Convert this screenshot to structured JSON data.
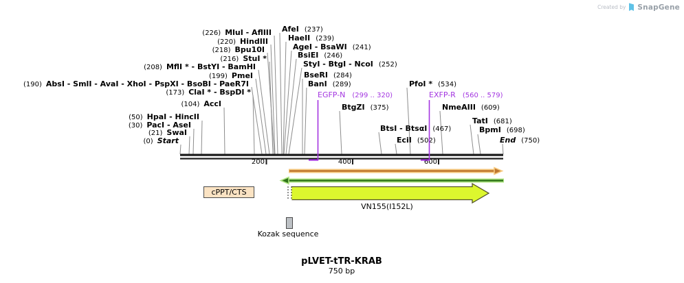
{
  "watermark": {
    "created_by": "Created by",
    "brand": "SnapGene"
  },
  "plasmid": {
    "name": "pLVET-tTR-KRAB",
    "length": "750 bp"
  },
  "scale": {
    "ticks": [
      {
        "label": "200"
      },
      {
        "label": "400"
      },
      {
        "label": "600"
      }
    ]
  },
  "sites_left": [
    {
      "pos": "(226)",
      "name": "MluI - AflIII"
    },
    {
      "pos": "(220)",
      "name": "HindIII"
    },
    {
      "pos": "(218)",
      "name": "Bpu10I"
    },
    {
      "pos": "(216)",
      "name": "StuI *"
    },
    {
      "pos": "(208)",
      "name": "MflI * - BstYI - BamHI"
    },
    {
      "pos": "(199)",
      "name": "PmeI"
    },
    {
      "pos": "(190)",
      "name": "AbsI - SmlI - AvaI - XhoI - PspXI - BsoBI - PaeR7I"
    },
    {
      "pos": "(173)",
      "name": "ClaI * - BspDI *"
    },
    {
      "pos": "(104)",
      "name": "AccI"
    },
    {
      "pos": "(50)",
      "name": "HpaI - HincII"
    },
    {
      "pos": "(30)",
      "name": "PacI - AseI"
    },
    {
      "pos": "(21)",
      "name": "SwaI"
    },
    {
      "pos": "(0)",
      "name": "Start"
    }
  ],
  "sites_right": [
    {
      "name": "AfeI",
      "pos": "(237)"
    },
    {
      "name": "HaeII",
      "pos": "(239)"
    },
    {
      "name": "AgeI - BsaWI",
      "pos": "(241)"
    },
    {
      "name": "BsiEI",
      "pos": "(246)"
    },
    {
      "name": "StyI - BtgI - NcoI",
      "pos": "(252)"
    },
    {
      "name": "BseRI",
      "pos": "(284)"
    },
    {
      "name": "BanI",
      "pos": "(289)"
    },
    {
      "name": "PfoI *",
      "pos": "(534)"
    },
    {
      "name": "BtgZI",
      "pos": "(375)"
    },
    {
      "name": "NmeAIII",
      "pos": "(609)"
    },
    {
      "name": "TatI",
      "pos": "(681)"
    },
    {
      "name": "BtsI - BtsαI",
      "pos": "(467)"
    },
    {
      "name": "BpmI",
      "pos": "(698)"
    },
    {
      "name": "EciI",
      "pos": "(502)"
    },
    {
      "name": "End",
      "pos": "(750)"
    }
  ],
  "primers": [
    {
      "name": "EGFP-N",
      "range": "(299 .. 320)"
    },
    {
      "name": "EXFP-R",
      "range": "(560 .. 579)"
    }
  ],
  "features": {
    "cppt": "cPPT/CTS",
    "vn155": "VN155(I152L)",
    "kozak": "Kozak sequence"
  },
  "colors": {
    "primer": "#A335E0",
    "orange_core": "#BE762E",
    "orange_halo": "#F6C97F",
    "green_core": "#2F7419",
    "green_halo": "#ADE380",
    "vn_fill": "#DCF72E",
    "cppt_fill": "#FBE3C3",
    "kozak_fill": "#BDC1C5"
  }
}
